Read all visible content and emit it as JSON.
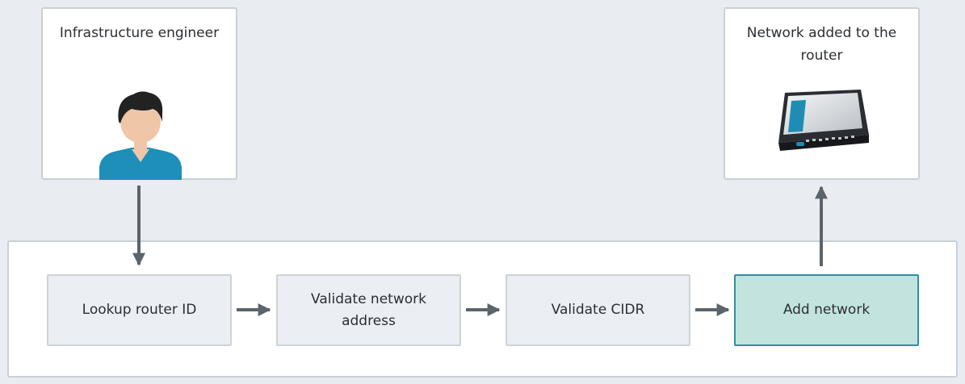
{
  "actor": {
    "title": "Infrastructure engineer",
    "icon": "person-icon"
  },
  "result": {
    "title": "Network added to the router",
    "icon": "router-icon"
  },
  "pipeline": {
    "steps": [
      {
        "label": "Lookup router ID"
      },
      {
        "label": "Validate network address"
      },
      {
        "label": "Validate CIDR"
      },
      {
        "label": "Add network"
      }
    ]
  },
  "colors": {
    "background": "#e9edf1",
    "step_fill": "#ebeef2",
    "active_step_fill": "#c3e3df",
    "active_step_border": "#2f8fa1",
    "arrow": "#5b646d",
    "person_shirt": "#1d8fb8",
    "person_skin": "#f0c6a8",
    "person_hair": "#222222"
  }
}
